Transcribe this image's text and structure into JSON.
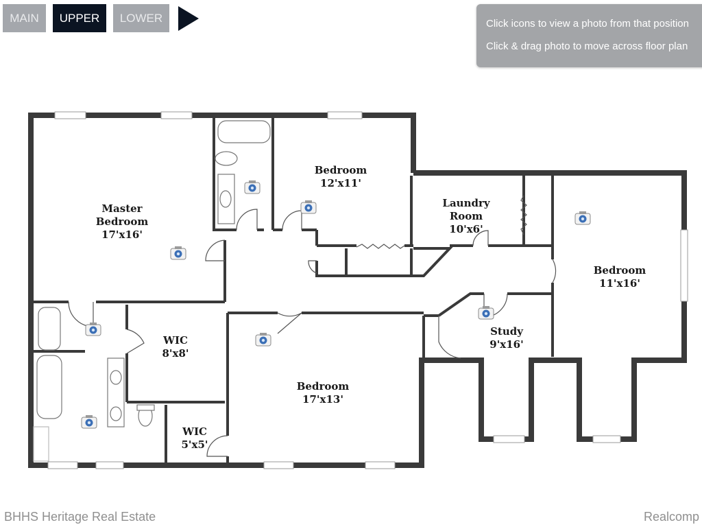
{
  "tabs": [
    {
      "label": "MAIN",
      "active": false
    },
    {
      "label": "UPPER",
      "active": true
    },
    {
      "label": "LOWER",
      "active": false
    }
  ],
  "help": {
    "line1": "Click icons to view a photo from that position",
    "line2": "Click & drag photo to move across floor plan"
  },
  "rooms": {
    "master_bedroom": {
      "name1": "Master",
      "name2": "Bedroom",
      "size": "17'x16'"
    },
    "bedroom_top": {
      "name": "Bedroom",
      "size": "12'x11'"
    },
    "laundry": {
      "name1": "Laundry",
      "name2": "Room",
      "size": "10'x6'"
    },
    "bedroom_right": {
      "name": "Bedroom",
      "size": "11'x16'"
    },
    "wic_large": {
      "name": "WIC",
      "size": "8'x8'"
    },
    "bedroom_main": {
      "name": "Bedroom",
      "size": "17'x13'"
    },
    "study": {
      "name": "Study",
      "size": "9'x16'"
    },
    "wic_small": {
      "name": "WIC",
      "size": "5'x5'"
    }
  },
  "footer": {
    "left": "BHHS Heritage Real Estate",
    "right": "Realcomp"
  },
  "colors": {
    "wall": "#3a3a3a",
    "tab_inactive": "#a4a7ac",
    "tab_active": "#0b1422",
    "camera": "#3b6fb6"
  }
}
